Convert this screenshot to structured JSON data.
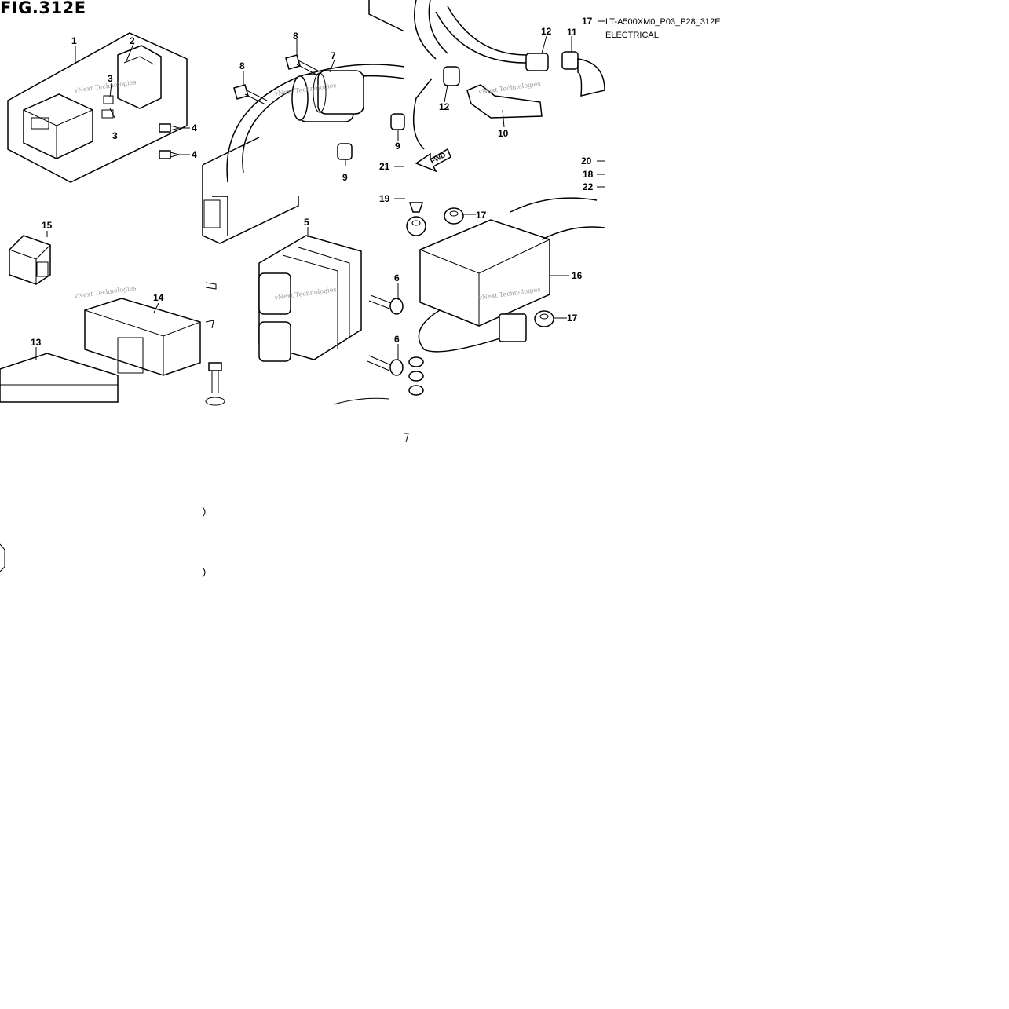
{
  "figure": {
    "title": "FIG.312E",
    "reference_code": "LT-A500XM0_P03_P28_312E",
    "section": "ELECTRICAL"
  },
  "watermark": {
    "text": "vNext Technologies"
  },
  "fwd_arrow_label": "FWD",
  "callouts": [
    {
      "id": "c1",
      "label": "1"
    },
    {
      "id": "c2",
      "label": "2"
    },
    {
      "id": "c3a",
      "label": "3"
    },
    {
      "id": "c3b",
      "label": "3"
    },
    {
      "id": "c4a",
      "label": "4"
    },
    {
      "id": "c4b",
      "label": "4"
    },
    {
      "id": "c5",
      "label": "5"
    },
    {
      "id": "c6a",
      "label": "6"
    },
    {
      "id": "c6b",
      "label": "6"
    },
    {
      "id": "c7",
      "label": "7"
    },
    {
      "id": "c8a",
      "label": "8"
    },
    {
      "id": "c8b",
      "label": "8"
    },
    {
      "id": "c9a",
      "label": "9"
    },
    {
      "id": "c9b",
      "label": "9"
    },
    {
      "id": "c10",
      "label": "10"
    },
    {
      "id": "c11",
      "label": "11"
    },
    {
      "id": "c12a",
      "label": "12"
    },
    {
      "id": "c12b",
      "label": "12"
    },
    {
      "id": "c13",
      "label": "13"
    },
    {
      "id": "c14",
      "label": "14"
    },
    {
      "id": "c15",
      "label": "15"
    },
    {
      "id": "c16",
      "label": "16"
    },
    {
      "id": "c17a",
      "label": "17"
    },
    {
      "id": "c17b",
      "label": "17"
    },
    {
      "id": "c17c",
      "label": "17"
    },
    {
      "id": "c18",
      "label": "18"
    },
    {
      "id": "c19",
      "label": "19"
    },
    {
      "id": "c20",
      "label": "20"
    },
    {
      "id": "c21",
      "label": "21"
    },
    {
      "id": "c22",
      "label": "22"
    }
  ]
}
